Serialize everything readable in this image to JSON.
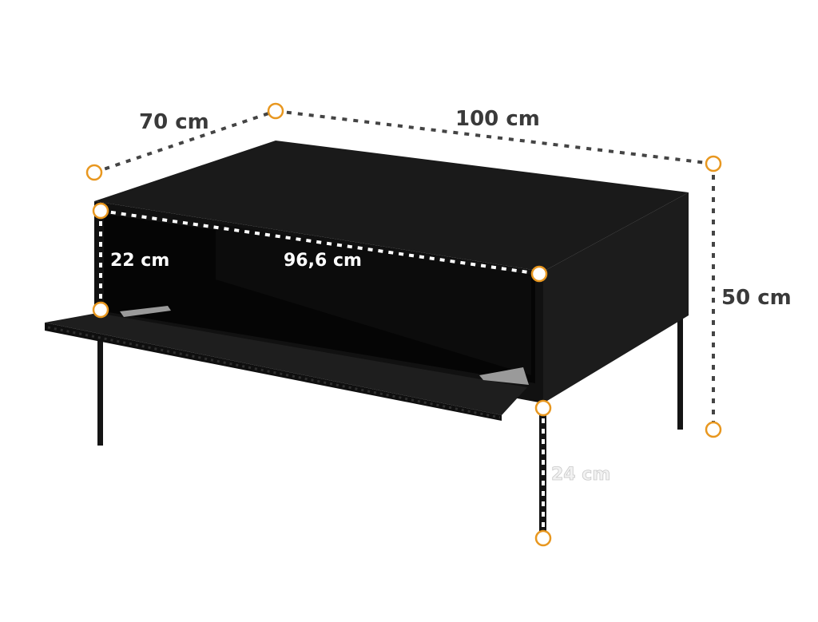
{
  "colors": {
    "furniture": "#111111",
    "furniture_side": "#1c1c1c",
    "furniture_top": "#1a1a1a",
    "interior": "#0a0a0a",
    "marker": "#e8971f",
    "dim_line_dark": "#444444",
    "dim_line_light": "#ffffff",
    "label_dark": "#3a3a3a",
    "label_light": "#ffffff"
  },
  "dimensions": {
    "depth": "70 cm",
    "width": "100 cm",
    "height": "50 cm",
    "inner_height": "22 cm",
    "inner_width": "96,6 cm",
    "leg_height": "24 cm"
  }
}
